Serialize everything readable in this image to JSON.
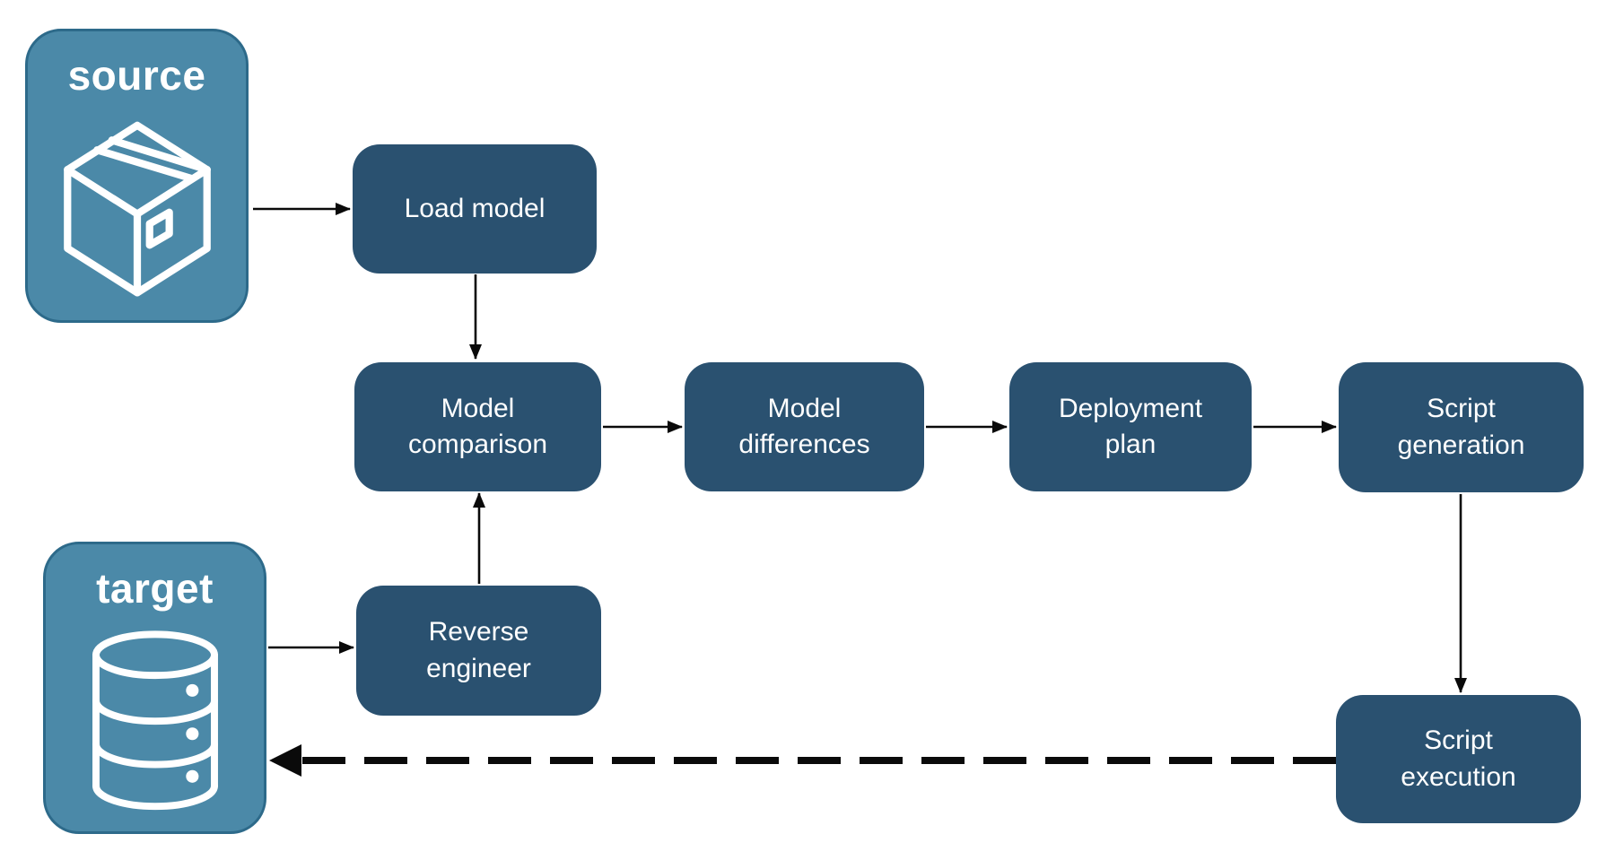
{
  "diagram": {
    "colors": {
      "background": "#ffffff",
      "node_fill": "#2a5170",
      "endpoint_fill": "#4b89a8",
      "endpoint_border": "#2d6a8a",
      "arrow": "#0a0a0a",
      "text": "#ffffff"
    },
    "endpoints": {
      "source": {
        "label": "source",
        "icon": "package-icon"
      },
      "target": {
        "label": "target",
        "icon": "database-icon"
      }
    },
    "nodes": {
      "load_model": {
        "label": "Load model"
      },
      "model_comparison": {
        "label": "Model comparison"
      },
      "model_differences": {
        "label": "Model differences"
      },
      "deployment_plan": {
        "label": "Deployment plan"
      },
      "script_generation": {
        "label": "Script generation"
      },
      "reverse_engineer": {
        "label": "Reverse engineer"
      },
      "script_execution": {
        "label": "Script execution"
      }
    },
    "edges": [
      {
        "from": "source",
        "to": "load_model",
        "style": "solid"
      },
      {
        "from": "load_model",
        "to": "model_comparison",
        "style": "solid"
      },
      {
        "from": "model_comparison",
        "to": "model_differences",
        "style": "solid"
      },
      {
        "from": "model_differences",
        "to": "deployment_plan",
        "style": "solid"
      },
      {
        "from": "deployment_plan",
        "to": "script_generation",
        "style": "solid"
      },
      {
        "from": "script_generation",
        "to": "script_execution",
        "style": "solid"
      },
      {
        "from": "target",
        "to": "reverse_engineer",
        "style": "solid"
      },
      {
        "from": "reverse_engineer",
        "to": "model_comparison",
        "style": "solid"
      },
      {
        "from": "script_execution",
        "to": "target",
        "style": "dashed"
      }
    ]
  }
}
